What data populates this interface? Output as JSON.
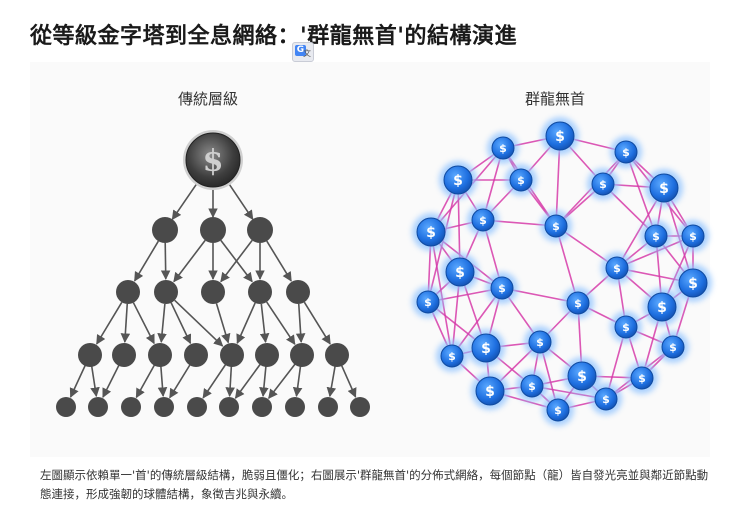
{
  "title": "從等級金字塔到全息網絡：'群龍無首'的結構演進",
  "translate_icon": {
    "glyph": "G",
    "sub": "文"
  },
  "left_panel": {
    "label": "傳統層級"
  },
  "right_panel": {
    "label": "群龍無首"
  },
  "node_symbol": "$",
  "caption": "左圖顯示依賴單一'首'的傳統層級結構，脆弱且僵化；右圖展示'群龍無首'的分佈式網絡，每個節點（龍）皆自發光亮並與鄰近節點動態連接，形成強韌的球體結構，象徵吉兆與永續。",
  "colors": {
    "hierarchy_node": "#4a4a4a",
    "hierarchy_edge": "#555555",
    "network_node": "#1e6fe0",
    "network_glow": "#8fc3ff",
    "network_edge": "#d63aa8"
  }
}
